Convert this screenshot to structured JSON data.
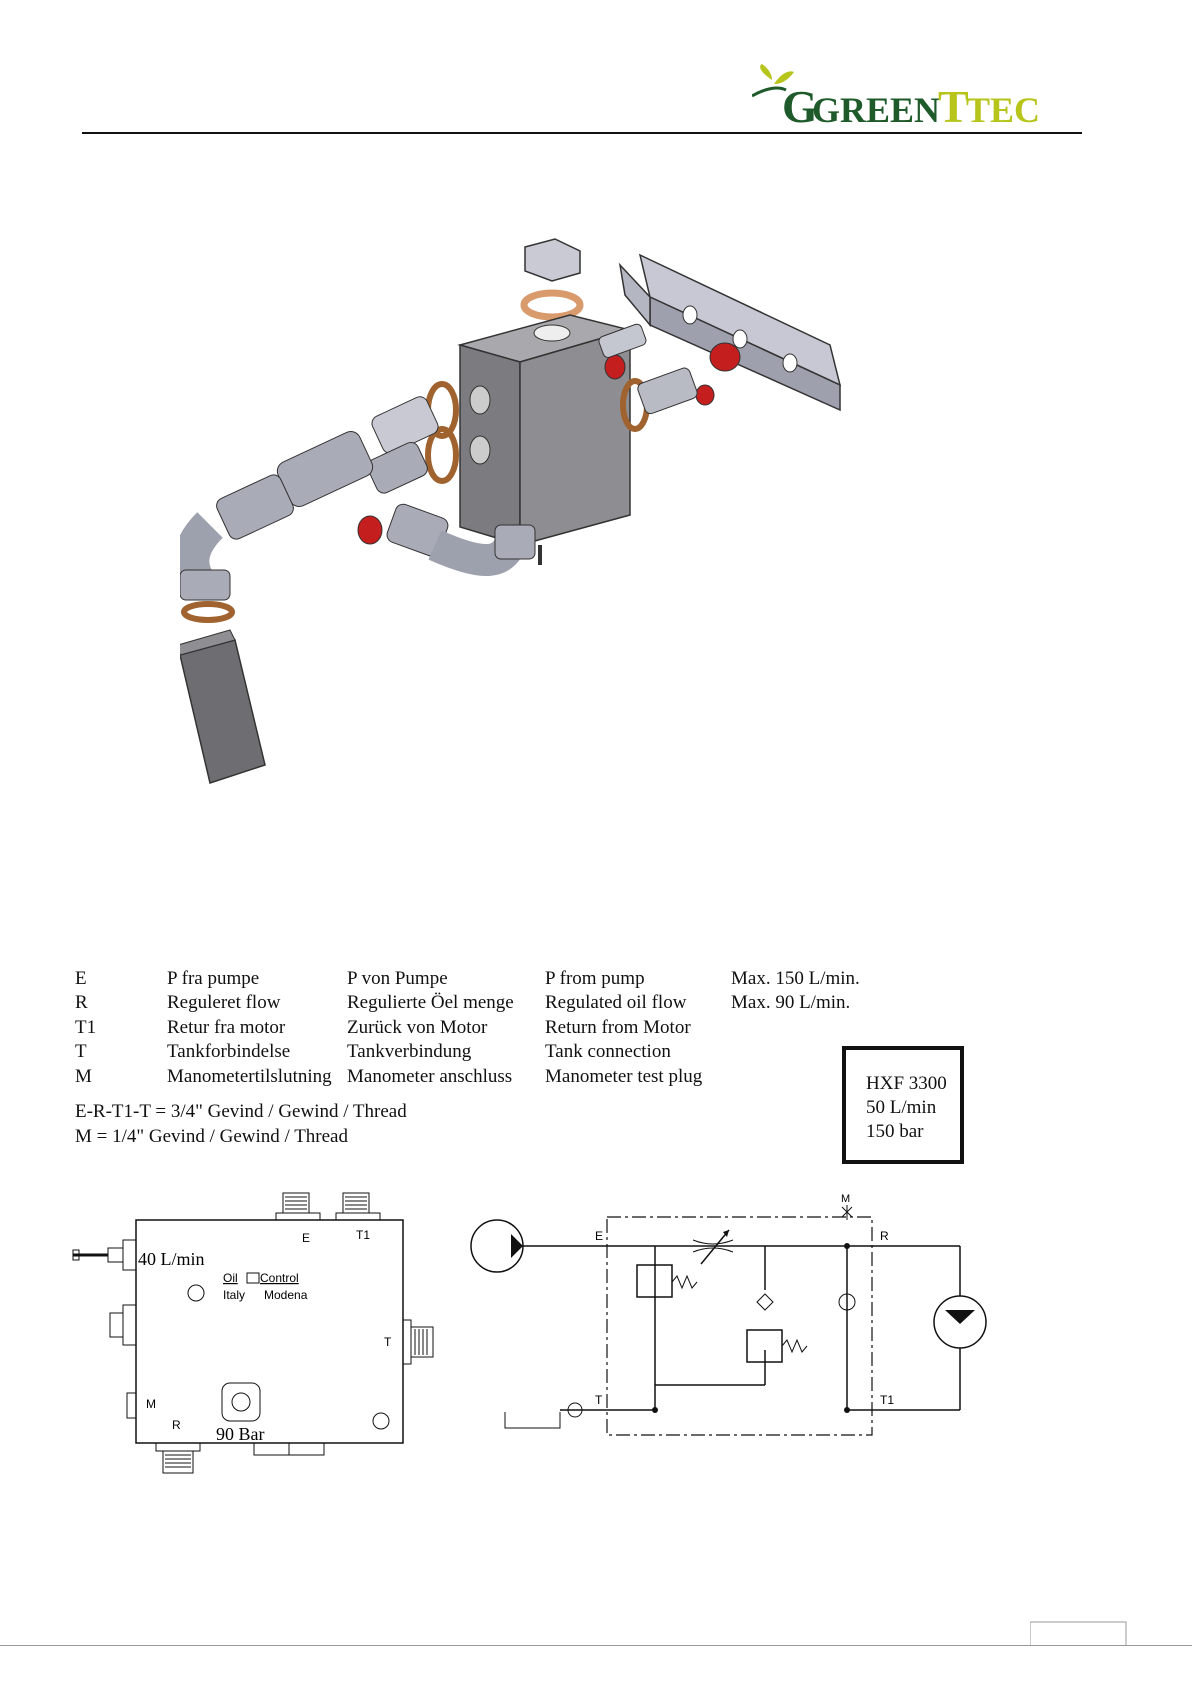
{
  "header": {
    "logo_part1": "GREEN",
    "logo_part2": "TEC",
    "logo_color_dark": "#1f5a2a",
    "logo_color_light": "#b7c41a"
  },
  "legend": {
    "rows": [
      {
        "port": "E",
        "danish": "P fra pumpe",
        "german": "P von Pumpe",
        "english": "P from pump",
        "max": "Max. 150 L/min."
      },
      {
        "port": "R",
        "danish": "Reguleret flow",
        "german": "Regulierte Öel menge",
        "english": "Regulated oil flow",
        "max": "Max. 90 L/min."
      },
      {
        "port": "T1",
        "danish": "Retur fra motor",
        "german": "Zurück von Motor",
        "english": "Return from Motor",
        "max": ""
      },
      {
        "port": "T",
        "danish": "Tankforbindelse",
        "german": "Tankverbindung",
        "english": "Tank connection",
        "max": ""
      },
      {
        "port": "M",
        "danish": "Manometertilslutning",
        "german": "Manometer anschluss",
        "english": "Manometer test plug",
        "max": ""
      }
    ],
    "thread_lines": [
      "E-R-T1-T = 3/4\" Gevind / Gewind / Thread",
      "M = 1/4\" Gevind / Gewind / Thread"
    ]
  },
  "spec_box": {
    "model": "HXF 3300",
    "flow": "50 L/min",
    "pressure": "150 bar"
  },
  "block_drawing": {
    "port_e": "E",
    "port_t1": "T1",
    "port_t": "T",
    "port_m": "M",
    "port_r": "R",
    "flow_label": "40 L/min",
    "pressure_label": "90 Bar",
    "brand_left": "Oil",
    "brand_right": "Control",
    "origin_left": "Italy",
    "origin_right": "Modena"
  },
  "schematic": {
    "port_e": "E",
    "port_r": "R",
    "port_m": "M",
    "port_t": "T",
    "port_t1": "T1"
  }
}
